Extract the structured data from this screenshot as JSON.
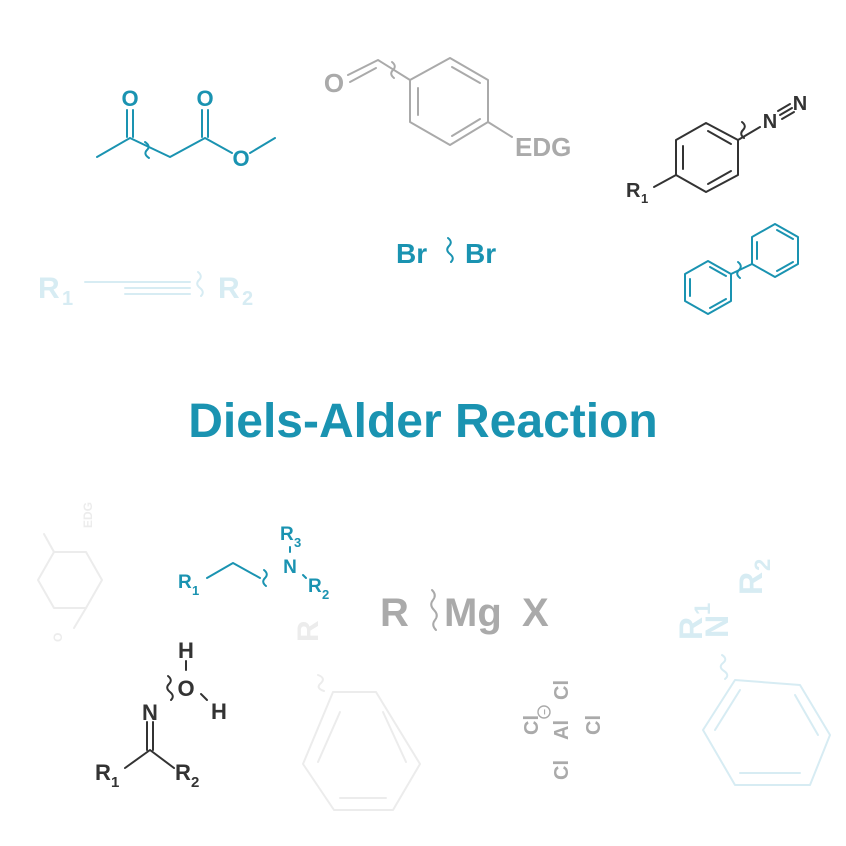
{
  "title": "Diels-Alder Reaction",
  "colors": {
    "accent": "#1a93b1",
    "gray": "#aaaaaa",
    "dark": "#333333",
    "faint_blue": "#d7ecf3",
    "faint_gray": "#ececec"
  },
  "molecules": {
    "acetoacetate": {
      "o1": "O",
      "o2": "O",
      "o3": "O"
    },
    "benzaldehyde": {
      "o": "O",
      "edg": "EDG"
    },
    "diazonium": {
      "r": "R",
      "r_sub": "1",
      "n1": "N",
      "n2": "N"
    },
    "alkyne": {
      "r1": "R",
      "r1_sub": "1",
      "r2": "R",
      "r2_sub": "2"
    },
    "bromine": {
      "br1": "Br",
      "br2": "Br"
    },
    "biphenyl": {},
    "small_benzaldehyde": {
      "o": "O",
      "edg": "EDG"
    },
    "amine": {
      "r1": "R",
      "r1_sub": "1",
      "n": "N",
      "r2": "R",
      "r2_sub": "2",
      "r3": "R",
      "r3_sub": "3"
    },
    "grignard": {
      "r": "R",
      "mg": "Mg",
      "x": "X"
    },
    "oxime": {
      "h1": "H",
      "o": "O",
      "h2": "H",
      "n": "N",
      "r1": "R",
      "r1_sub": "1",
      "r2": "R",
      "r2_sub": "2"
    },
    "phenyl_r": {
      "r": "R"
    },
    "tetrachloroaluminate": {
      "cl1": "Cl",
      "cl2": "Cl",
      "cl3": "Cl",
      "cl4": "Cl",
      "al": "Al",
      "charge": "−"
    },
    "aniline": {
      "r1": "R",
      "r1_sub": "1",
      "n": "N",
      "r2": "R",
      "r2_sub": "2"
    }
  }
}
